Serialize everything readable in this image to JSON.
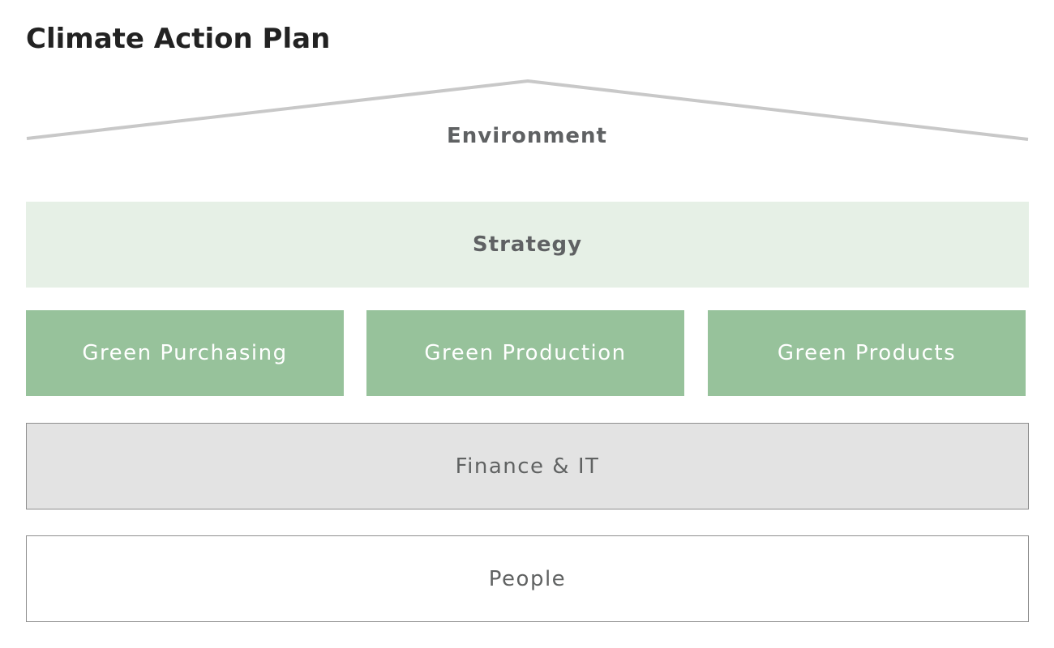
{
  "title": "Climate Action Plan",
  "roof": {
    "label": "Environment"
  },
  "strategy": {
    "label": "Strategy"
  },
  "pillars": [
    {
      "label": "Green Purchasing"
    },
    {
      "label": "Green Production"
    },
    {
      "label": "Green Products"
    }
  ],
  "finance": {
    "label": "Finance & IT"
  },
  "foundation": {
    "label": "People"
  },
  "colors": {
    "pillar_green": "#97c29b",
    "strategy_green": "#e6f0e6",
    "finance_gray": "#e3e3e3",
    "roof_line": "#c8c8c8",
    "text_dark": "#5f6163"
  }
}
